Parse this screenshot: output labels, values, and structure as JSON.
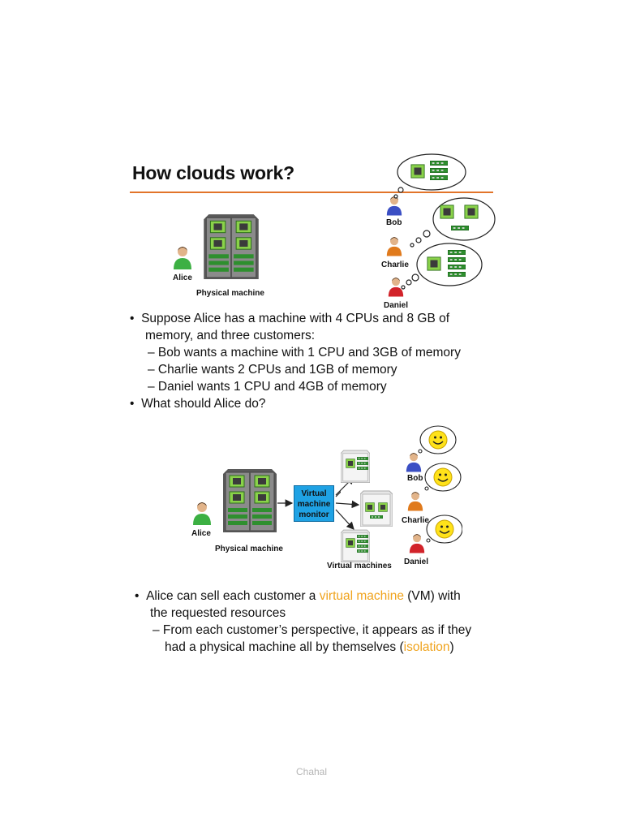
{
  "slide1": {
    "title": "How clouds work?",
    "labels": {
      "alice": "Alice",
      "physical_machine": "Physical machine",
      "bob": "Bob",
      "charlie": "Charlie",
      "daniel": "Daniel"
    },
    "bullets": [
      {
        "level": 1,
        "text": "Suppose Alice has a machine with 4 CPUs and 8 GB of"
      },
      {
        "level": 1,
        "text": "memory, and three customers:"
      },
      {
        "level": 2,
        "text": "– Bob wants a machine with 1 CPU and 3GB of memory"
      },
      {
        "level": 2,
        "text": "– Charlie wants 2 CPUs and 1GB of memory"
      },
      {
        "level": 2,
        "text": "– Daniel wants 1 CPU and 4GB of memory"
      },
      {
        "level": 1,
        "text": "What should Alice do?"
      }
    ],
    "bullet_char": "•"
  },
  "slide2": {
    "labels": {
      "alice": "Alice",
      "physical_machine": "Physical machine",
      "vmm_line1": "Virtual",
      "vmm_line2": "machine",
      "vmm_line3": "monitor",
      "virtual_machines": "Virtual machines",
      "bob": "Bob",
      "charlie": "Charlie",
      "daniel": "Daniel"
    },
    "bullet1_pre": "Alice can sell each customer a ",
    "bullet1_hl": "virtual machine",
    "bullet1_post": " (VM) with",
    "bullet1_line2": "the requested resources",
    "sub1_line1": "– From each customer’s perspective, it appears as if they",
    "sub1_line2_pre": "had a physical machine all by themselves (",
    "sub1_line2_hl": "isolation",
    "sub1_line2_post": ")"
  },
  "colors": {
    "accent_rule": "#e2742a",
    "highlight": "#f0a31c",
    "vmm_box": "#1fa2e4",
    "chip_green": "#3aa33a",
    "smiley_yellow": "#ffe21a"
  },
  "icons": [
    "server-rack-icon",
    "person-icon",
    "thought-cloud-icon",
    "cpu-chip-icon",
    "memory-stick-icon",
    "smiley-icon",
    "arrow-icon"
  ],
  "footer": "Chahal"
}
